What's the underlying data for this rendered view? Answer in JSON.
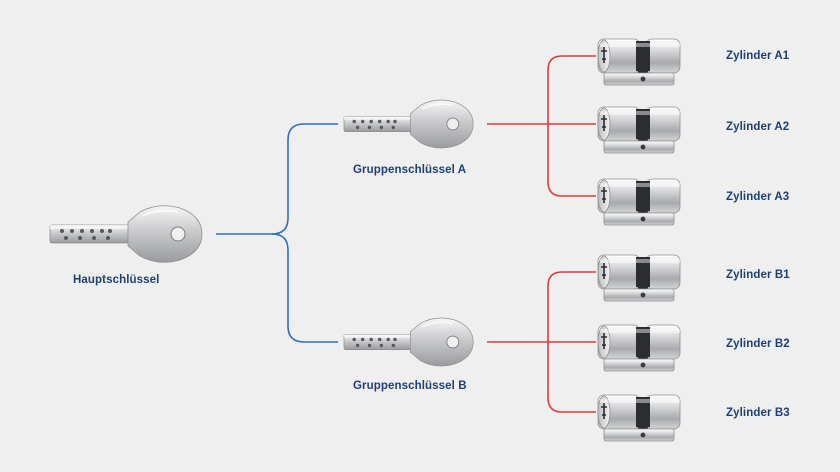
{
  "diagram": {
    "master_key": {
      "label": "Hauptschlüssel"
    },
    "group_keys": [
      {
        "label": "Gruppenschlüssel A"
      },
      {
        "label": "Gruppenschlüssel B"
      }
    ],
    "cylinders": [
      {
        "label": "Zylinder A1",
        "group": "A"
      },
      {
        "label": "Zylinder A2",
        "group": "A"
      },
      {
        "label": "Zylinder A3",
        "group": "A"
      },
      {
        "label": "Zylinder B1",
        "group": "B"
      },
      {
        "label": "Zylinder B2",
        "group": "B"
      },
      {
        "label": "Zylinder B3",
        "group": "B"
      }
    ],
    "colors": {
      "master_link": "#2f6fbf",
      "group_link": "#e23b3b",
      "label_text": "#1f3f73",
      "background": "#efefef"
    },
    "icons": {
      "key": "key-icon",
      "cylinder": "lock-cylinder-icon"
    }
  }
}
